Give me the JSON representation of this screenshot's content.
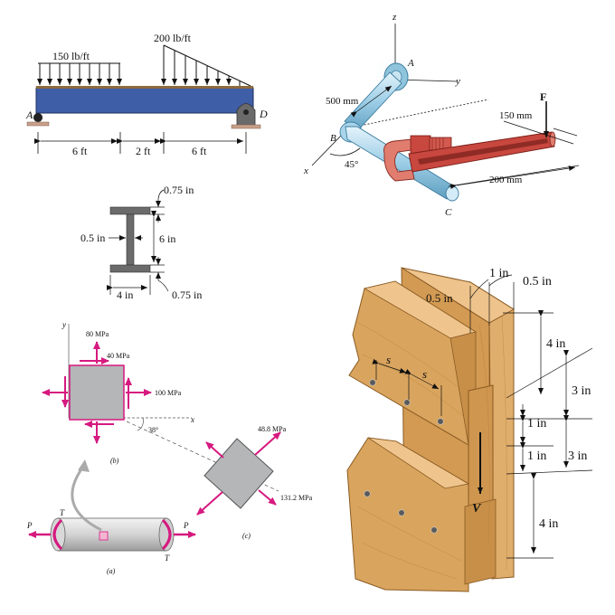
{
  "beam": {
    "load_left": "150 lb/ft",
    "load_right": "200 lb/ft",
    "support_left": "A",
    "support_right": "D",
    "span_1": "6 ft",
    "span_2": "2 ft",
    "span_3": "6 ft"
  },
  "wrench": {
    "axis_z": "z",
    "axis_y": "y",
    "axis_x": "x",
    "point_a": "A",
    "point_b": "B",
    "point_c": "C",
    "force_label": "F",
    "dim_500": "500 mm",
    "dim_150": "150 mm",
    "dim_200": "200 mm",
    "angle": "45°"
  },
  "ibeam": {
    "flange_thickness_top": "0.75 in",
    "web_thickness": "0.5 in",
    "web_height": "6 in",
    "flange_width": "4 in",
    "flange_thickness_bottom": "0.75 in"
  },
  "stress": {
    "axis_y": "y",
    "axis_x": "x",
    "sigma_y": "80 MPa",
    "tau": "40 MPa",
    "sigma_x": "100 MPa",
    "angle": "38°",
    "sigma_1": "48.8 MPa",
    "sigma_2": "131.2 MPa",
    "label_a": "(a)",
    "label_b": "(b)",
    "label_c": "(c)",
    "load_p_left": "P",
    "load_p_right": "P",
    "torque_top": "T",
    "torque_bottom": "T"
  },
  "wood": {
    "board_1in": "1 in",
    "board_05in_top": "0.5 in",
    "board_05in_side": "0.5 in",
    "dim_4in_top": "4 in",
    "dim_3in_top": "3 in",
    "dim_1in_mid": "1 in",
    "dim_1in_low": "1 in",
    "dim_3in_low": "3 in",
    "dim_4in_bottom": "4 in",
    "spacing_1": "s",
    "spacing_2": "s",
    "shear_label": "V"
  },
  "colors": {
    "beam_blue": "#3f5ea8",
    "pink_arrow": "#d6197f",
    "pipe_blue": "#a9d4ea",
    "wrench_red": "#c8473f",
    "wood": "#d9a55e"
  }
}
